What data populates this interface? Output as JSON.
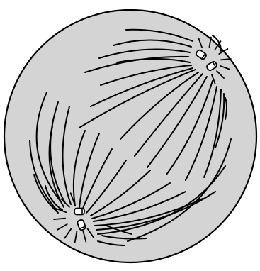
{
  "figure": {
    "kind": "line-art illustration",
    "colors": {
      "cell_fill": "#d4d4d4",
      "outline": "#000000",
      "centriole_fill": "#ffffff"
    },
    "structures": {
      "cell": "cell-membrane",
      "spindle_fibers": "spindle-fibers",
      "astral_rays": "astral-rays",
      "centrosomes": [
        "centrosome-top",
        "centrosome-bottom"
      ],
      "centrioles_per_centrosome": 2
    }
  }
}
